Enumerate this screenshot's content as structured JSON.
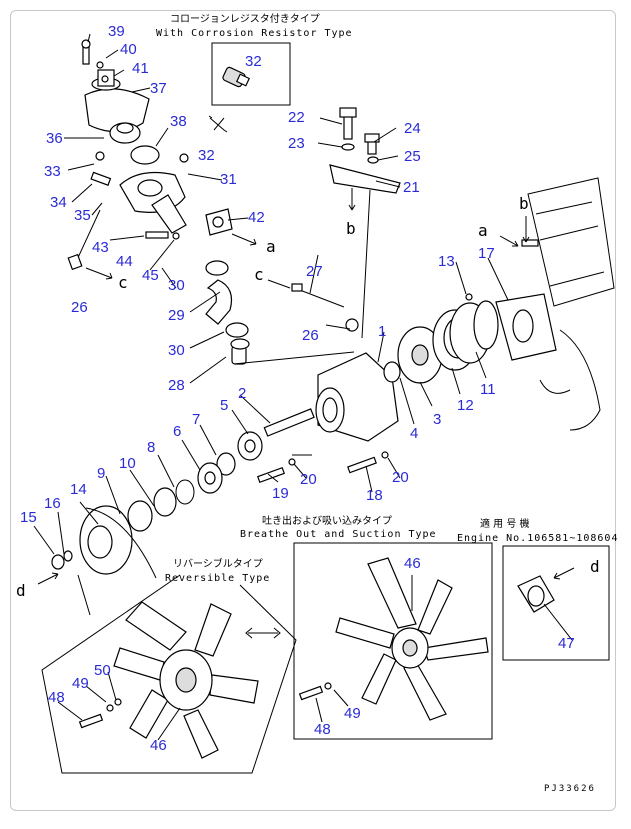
{
  "captions": {
    "corrosion_jp": "コロージョンレジスタ付きタイプ",
    "corrosion_en": "With Corrosion Resistor Type",
    "breathe_jp": "吐き出および吸い込みタイプ",
    "breathe_en": "Breathe Out and Suction Type",
    "applicable_jp": "適 用 号 機",
    "applicable_en": "Engine No.106581~108604",
    "reversible_jp": "リバーシブルタイプ",
    "reversible_en": "Reversible Type",
    "code": "PJ33626"
  },
  "refs": {
    "a": "a",
    "b": "b",
    "c": "c",
    "d": "d"
  },
  "callouts": [
    "1",
    "2",
    "3",
    "4",
    "5",
    "6",
    "7",
    "8",
    "9",
    "10",
    "11",
    "12",
    "13",
    "14",
    "15",
    "16",
    "17",
    "18",
    "19",
    "20",
    "21",
    "22",
    "23",
    "24",
    "25",
    "26",
    "27",
    "28",
    "29",
    "30",
    "31",
    "32",
    "33",
    "34",
    "35",
    "36",
    "37",
    "38",
    "39",
    "40",
    "41",
    "42",
    "43",
    "44",
    "45",
    "46",
    "47",
    "48",
    "49",
    "50"
  ],
  "colors": {
    "callout": "#2b2bd6",
    "line": "#000000",
    "frame": "#c8c8c8"
  }
}
